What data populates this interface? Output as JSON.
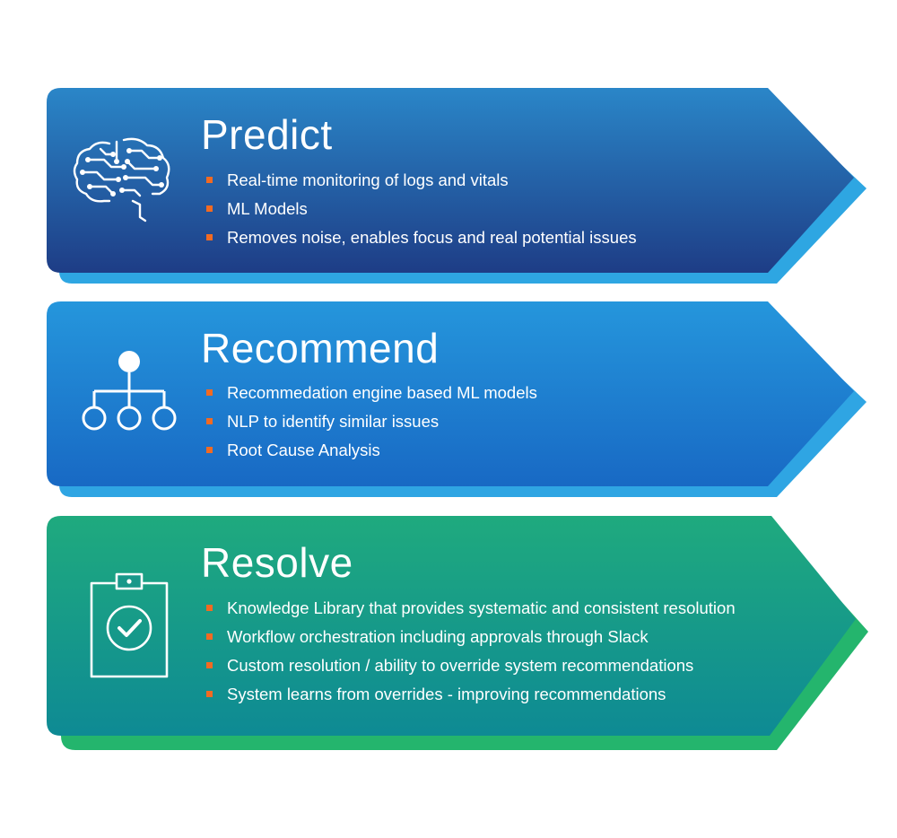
{
  "colors": {
    "bullet": "#f26a22",
    "predict_top": "#2a86c8",
    "predict_bottom": "#1e3d86",
    "predict_shadow": "#2ea6e2",
    "recommend_top": "#2596dc",
    "recommend_bottom": "#1869c4",
    "recommend_shadow": "#2fa5e3",
    "resolve_top": "#1faa7e",
    "resolve_bottom": "#0e8a94",
    "resolve_shadow": "#24b56d"
  },
  "sections": [
    {
      "title": "Predict",
      "icon": "brain-circuit-icon",
      "bullets": [
        "Real-time monitoring of logs and vitals",
        "ML Models",
        "Removes noise, enables focus and real potential issues"
      ]
    },
    {
      "title": "Recommend",
      "icon": "hierarchy-tree-icon",
      "bullets": [
        "Recommedation engine based ML models",
        "NLP to identify similar issues",
        "Root Cause Analysis"
      ]
    },
    {
      "title": "Resolve",
      "icon": "clipboard-check-icon",
      "bullets": [
        "Knowledge Library that provides systematic and consistent resolution",
        "Workflow orchestration including approvals through Slack",
        "Custom resolution / ability to override system recommendations",
        "System learns from overrides - improving recommendations"
      ]
    }
  ]
}
